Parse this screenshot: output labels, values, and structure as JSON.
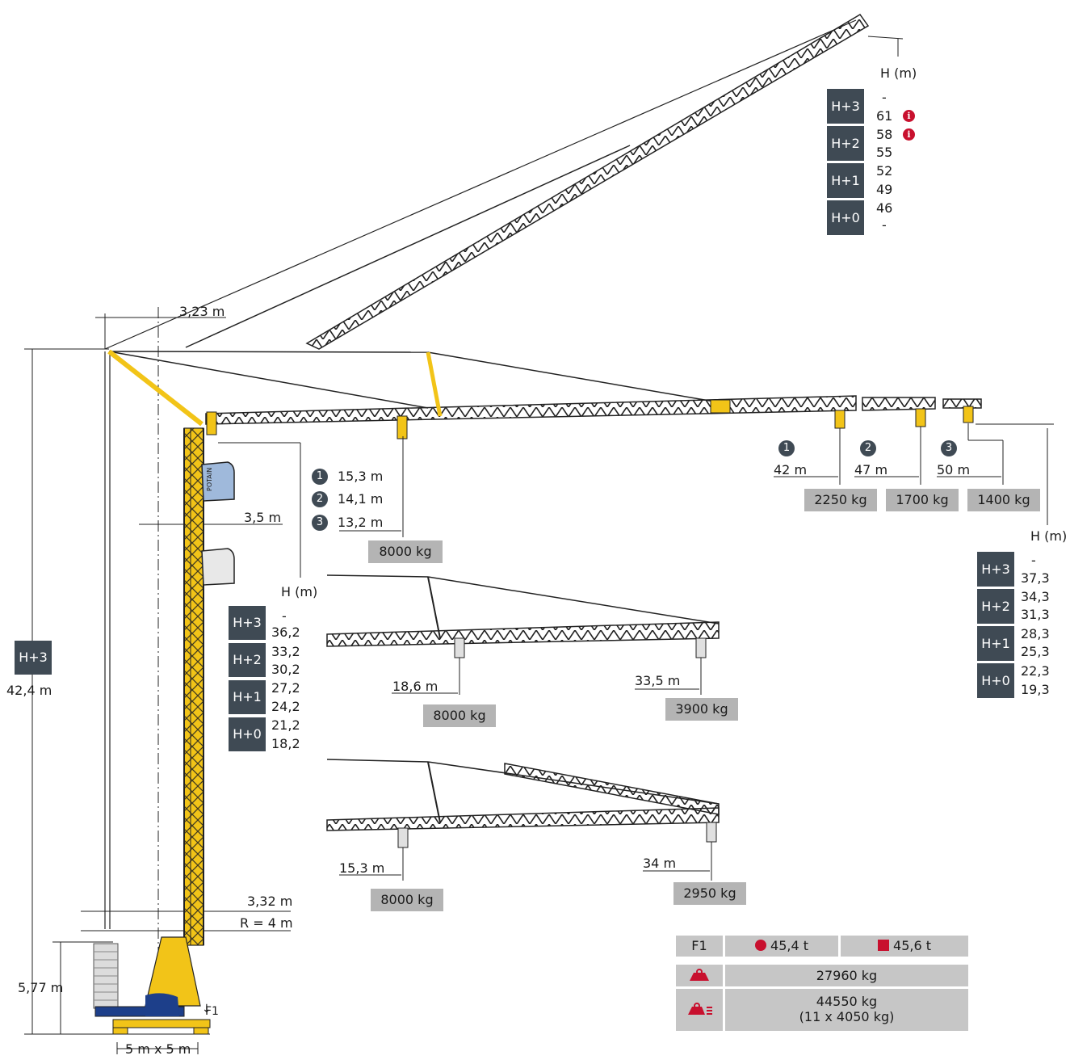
{
  "dimensions": {
    "offset_top": "3,23 m",
    "cab_offset": "3,5 m",
    "total_height": "42,4 m",
    "base_height": "5,77 m",
    "radius_inner": "3,32 m",
    "radius": "R = 4 m",
    "base_size": "5 m x 5 m",
    "f1_arrow_label": "F1"
  },
  "tower_heights": {
    "header": "H (m)",
    "groups": [
      {
        "label": "H+3",
        "values": [
          "-",
          "36,2"
        ]
      },
      {
        "label": "H+2",
        "values": [
          "33,2",
          "30,2"
        ]
      },
      {
        "label": "H+1",
        "values": [
          "27,2",
          "24,2"
        ]
      },
      {
        "label": "H+0",
        "values": [
          "21,2",
          "18,2"
        ]
      }
    ],
    "side_label": "H+3"
  },
  "luffed_heights": {
    "header": "H (m)",
    "groups": [
      {
        "label": "H+3",
        "values": [
          "-",
          "61"
        ]
      },
      {
        "label": "H+2",
        "values": [
          "58",
          "55"
        ]
      },
      {
        "label": "H+1",
        "values": [
          "52",
          "49"
        ]
      },
      {
        "label": "H+0",
        "values": [
          "46",
          "-"
        ]
      }
    ],
    "info_icon": "info-icon"
  },
  "horizontal_heights": {
    "header": "H (m)",
    "groups": [
      {
        "label": "H+3",
        "values": [
          "-",
          "37,3"
        ]
      },
      {
        "label": "H+2",
        "values": [
          "34,3",
          "31,3"
        ]
      },
      {
        "label": "H+1",
        "values": [
          "28,3",
          "25,3"
        ]
      },
      {
        "label": "H+0",
        "values": [
          "22,3",
          "19,3"
        ]
      }
    ]
  },
  "main_jib": {
    "inner_radii": [
      {
        "n": "1",
        "value": "15,3 m"
      },
      {
        "n": "2",
        "value": "14,1 m"
      },
      {
        "n": "3",
        "value": "13,2 m"
      }
    ],
    "inner_load": "8000 kg",
    "tip": [
      {
        "n": "1",
        "radius": "42 m",
        "load": "2250 kg"
      },
      {
        "n": "2",
        "radius": "47 m",
        "load": "1700 kg"
      },
      {
        "n": "3",
        "radius": "50 m",
        "load": "1400 kg"
      }
    ]
  },
  "config_short": {
    "inner_radius": "18,6 m",
    "inner_load": "8000 kg",
    "tip_radius": "33,5 m",
    "tip_load": "3900 kg"
  },
  "config_angled": {
    "inner_radius": "15,3 m",
    "inner_load": "8000 kg",
    "tip_radius": "34 m",
    "tip_load": "2950 kg"
  },
  "spec_table": {
    "f1_label": "F1",
    "f1_circle": "45,4 t",
    "f1_square": "45,6 t",
    "weight_crane": "27960 kg",
    "ballast_total": "44550 kg",
    "ballast_detail": "(11 x 4050 kg)"
  },
  "colors": {
    "crane_yellow": "#f2c418",
    "crane_dark": "#2a2a2a",
    "box_dark": "#3f4a54",
    "load_grey": "#b4b4b4",
    "accent_red": "#c8102e",
    "cab_blue": "#9fb9db",
    "base_blue": "#1d3f8a"
  }
}
